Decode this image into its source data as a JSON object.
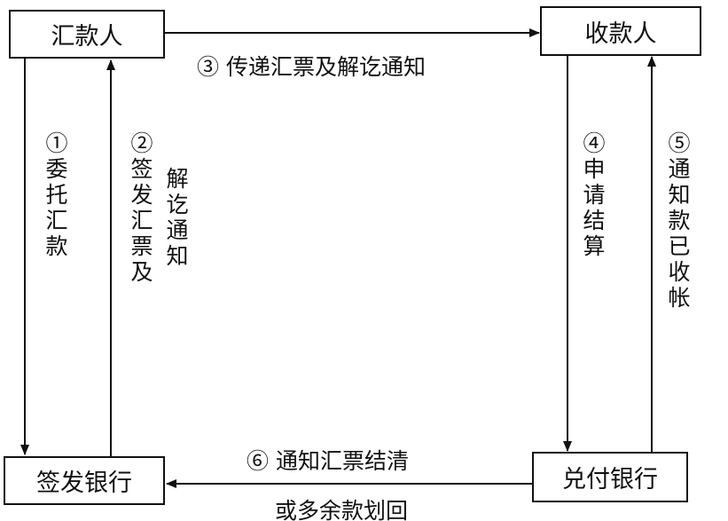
{
  "nodes": {
    "remitter": "汇款人",
    "payee": "收款人",
    "issuing_bank": "签发银行",
    "paying_bank": "兑付银行"
  },
  "steps": {
    "s1": "①委托汇款",
    "s2a": "②签发汇票及",
    "s2b": "解讫通知",
    "s3": "③ 传递汇票及解讫通知",
    "s4": "④申请结算",
    "s5": "⑤通知款已收帐",
    "s6a": "⑥ 通知汇票结清",
    "s6b": "或多余款划回"
  }
}
